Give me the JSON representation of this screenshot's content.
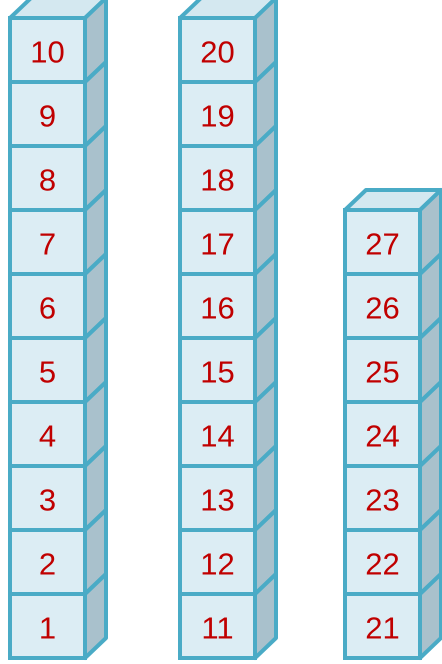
{
  "colors": {
    "face": "#dcedf4",
    "top": "#d4e8f0",
    "side": "#a9c1cc",
    "edge": "#4aabc6",
    "number": "#c00000"
  },
  "towers": [
    {
      "labels": [
        "1",
        "2",
        "3",
        "4",
        "5",
        "6",
        "7",
        "8",
        "9",
        "10"
      ]
    },
    {
      "labels": [
        "11",
        "12",
        "13",
        "14",
        "15",
        "16",
        "17",
        "18",
        "19",
        "20"
      ]
    },
    {
      "labels": [
        "21",
        "22",
        "23",
        "24",
        "25",
        "26",
        "27"
      ]
    }
  ]
}
